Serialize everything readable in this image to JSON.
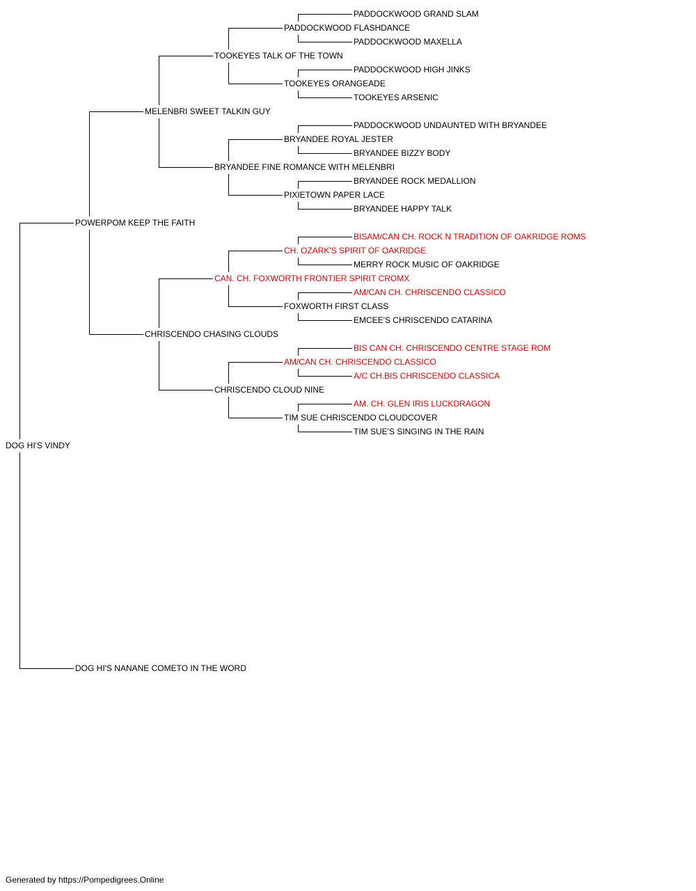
{
  "colors": {
    "text": "#000000",
    "champion": "#e00000",
    "line": "#000000"
  },
  "pedigree": {
    "name": "DOG HI'S VINDY",
    "sire": {
      "name": "POWERPOM KEEP THE FAITH",
      "sire": {
        "name": "MELENBRI SWEET TALKIN GUY",
        "sire": {
          "name": "TOOKEYES TALK OF THE TOWN",
          "sire": {
            "name": "PADDOCKWOOD FLASHDANCE",
            "sire": {
              "name": "PADDOCKWOOD GRAND SLAM"
            },
            "dam": {
              "name": "PADDOCKWOOD MAXELLA"
            }
          },
          "dam": {
            "name": "TOOKEYES ORANGEADE",
            "sire": {
              "name": "PADDOCKWOOD HIGH JINKS"
            },
            "dam": {
              "name": "TOOKEYES ARSENIC"
            }
          }
        },
        "dam": {
          "name": "BRYANDEE FINE ROMANCE WITH MELENBRI",
          "sire": {
            "name": "BRYANDEE ROYAL JESTER",
            "sire": {
              "name": "PADDOCKWOOD UNDAUNTED WITH BRYANDEE"
            },
            "dam": {
              "name": "BRYANDEE BIZZY BODY"
            }
          },
          "dam": {
            "name": "PIXIETOWN PAPER LACE",
            "sire": {
              "name": "BRYANDEE ROCK MEDALLION"
            },
            "dam": {
              "name": "BRYANDEE HAPPY TALK"
            }
          }
        }
      },
      "dam": {
        "name": "CHRISCENDO CHASING CLOUDS",
        "sire": {
          "name": "CAN. CH. FOXWORTH FRONTIER SPIRIT CROMX",
          "champion": true,
          "sire": {
            "name": "CH. OZARK'S SPIRIT OF OAKRIDGE",
            "champion": true,
            "sire": {
              "name": "BISAM/CAN CH. ROCK N TRADITION OF OAKRIDGE ROMS",
              "champion": true
            },
            "dam": {
              "name": "MERRY ROCK MUSIC OF OAKRIDGE"
            }
          },
          "dam": {
            "name": "FOXWORTH FIRST CLASS",
            "sire": {
              "name": "AM/CAN CH. CHRISCENDO CLASSICO",
              "champion": true
            },
            "dam": {
              "name": "EMCEE'S CHRISCENDO CATARINA"
            }
          }
        },
        "dam": {
          "name": "CHRISCENDO CLOUD NINE",
          "sire": {
            "name": "AM/CAN CH. CHRISCENDO CLASSICO",
            "champion": true,
            "sire": {
              "name": "BIS CAN CH. CHRISCENDO CENTRE STAGE ROM",
              "champion": true
            },
            "dam": {
              "name": "A/C CH.BIS CHRISCENDO CLASSICA",
              "champion": true
            }
          },
          "dam": {
            "name": "TIM SUE CHRISCENDO CLOUDCOVER",
            "sire": {
              "name": "AM. CH. GLEN IRIS LUCKDRAGON",
              "champion": true
            },
            "dam": {
              "name": "TIM SUE'S SINGING IN THE RAIN"
            }
          }
        }
      }
    },
    "dam": {
      "name": "DOG HI'S NANANE COMETO IN THE WORD"
    }
  },
  "footer": "Generated by https://Pompedigrees.Online"
}
